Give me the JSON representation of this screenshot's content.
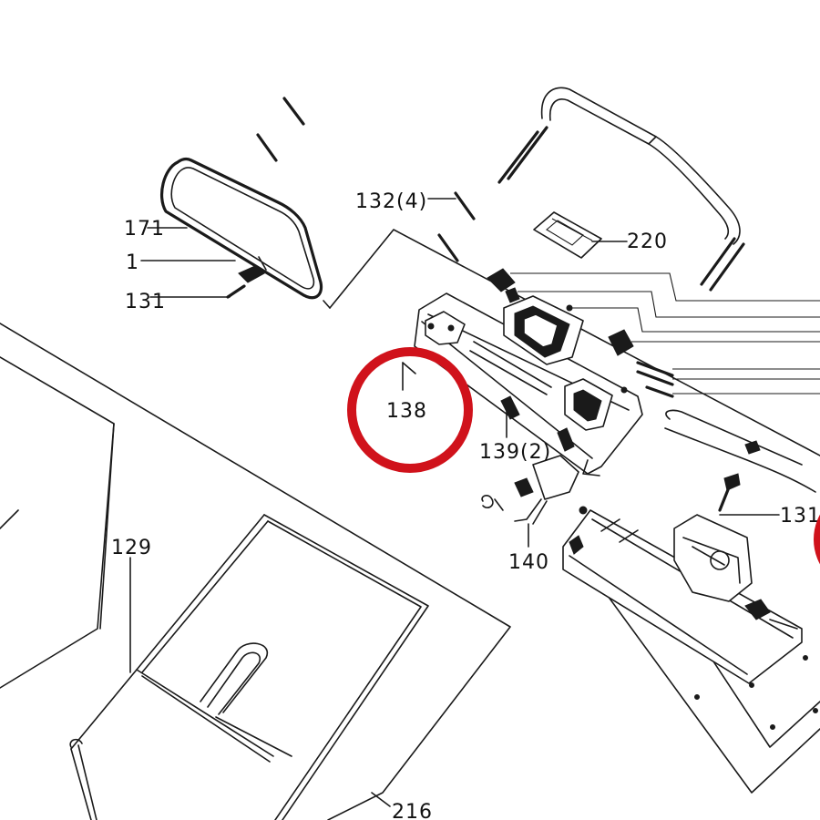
{
  "labels": {
    "l171": "171",
    "l1": "1",
    "l131a": "131",
    "l132": "132(4)",
    "l220": "220",
    "l138": "138",
    "l139": "139(2)",
    "l140": "140",
    "l131b": "131",
    "l129": "129",
    "l216": "216"
  },
  "colors": {
    "highlight": "#d0121b",
    "line": "#1a1a1a",
    "background": "#ffffff"
  }
}
